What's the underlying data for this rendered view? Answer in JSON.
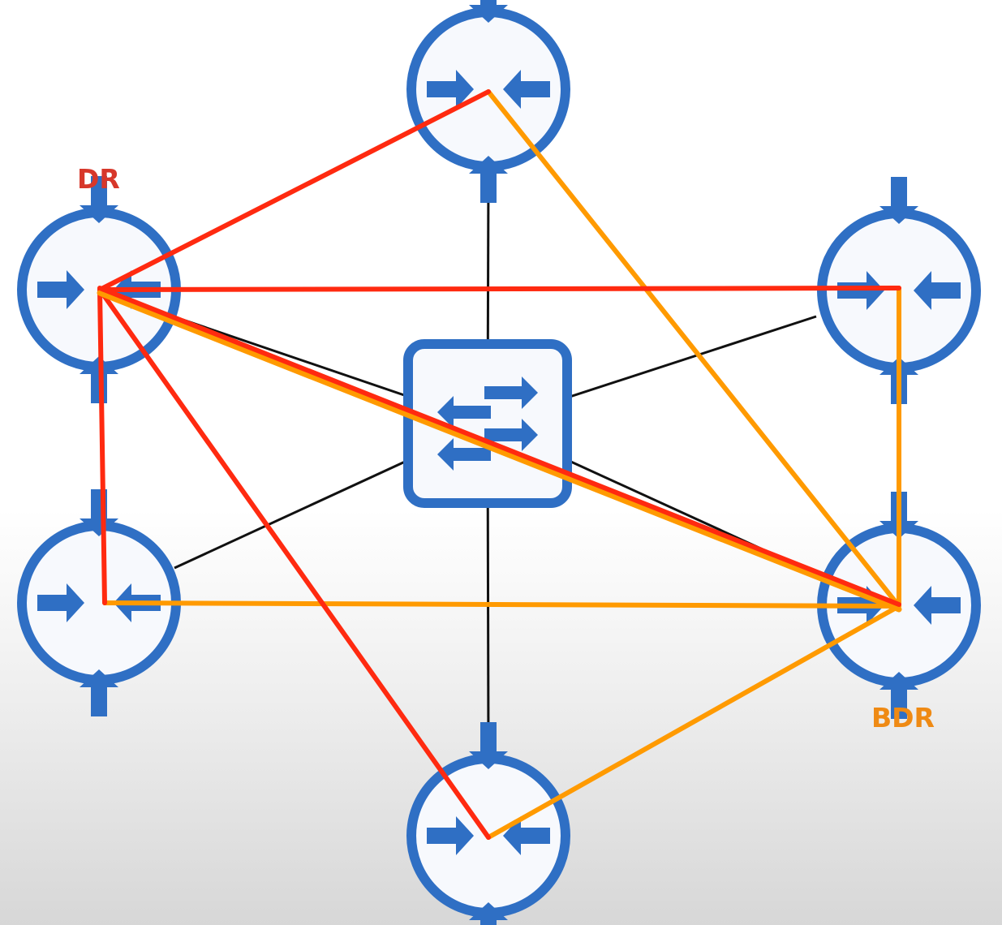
{
  "labels": {
    "dr": "DR",
    "bdr": "BDR"
  },
  "colors": {
    "icon_blue": "#2f6fc4",
    "icon_fill": "#f7f9fd",
    "dr_adjacency": "#ff2a10",
    "bdr_adjacency": "#ff9a00",
    "physical_link": "#111111",
    "dr_label": "#d7372a",
    "bdr_label": "#ef8a14"
  },
  "devices": [
    {
      "id": "top",
      "type": "router",
      "icon": "router-icon"
    },
    {
      "id": "dr",
      "type": "router",
      "icon": "router-icon",
      "role_label": "DR"
    },
    {
      "id": "right-top",
      "type": "router",
      "icon": "router-icon"
    },
    {
      "id": "left-bottom",
      "type": "router",
      "icon": "router-icon"
    },
    {
      "id": "bdr",
      "type": "router",
      "icon": "router-icon",
      "role_label": "BDR"
    },
    {
      "id": "bottom",
      "type": "router",
      "icon": "router-icon"
    },
    {
      "id": "switch",
      "type": "switch",
      "icon": "switch-icon"
    }
  ],
  "physical_links": [
    [
      "switch",
      "top"
    ],
    [
      "switch",
      "dr"
    ],
    [
      "switch",
      "right-top"
    ],
    [
      "switch",
      "left-bottom"
    ],
    [
      "switch",
      "bdr"
    ],
    [
      "switch",
      "bottom"
    ]
  ],
  "dr_adjacencies": [
    [
      "dr",
      "top"
    ],
    [
      "dr",
      "right-top"
    ],
    [
      "dr",
      "left-bottom"
    ],
    [
      "dr",
      "bdr"
    ],
    [
      "dr",
      "bottom"
    ]
  ],
  "bdr_adjacencies": [
    [
      "bdr",
      "top"
    ],
    [
      "bdr",
      "right-top"
    ],
    [
      "bdr",
      "left-bottom"
    ],
    [
      "bdr",
      "dr"
    ],
    [
      "bdr",
      "bottom"
    ]
  ]
}
